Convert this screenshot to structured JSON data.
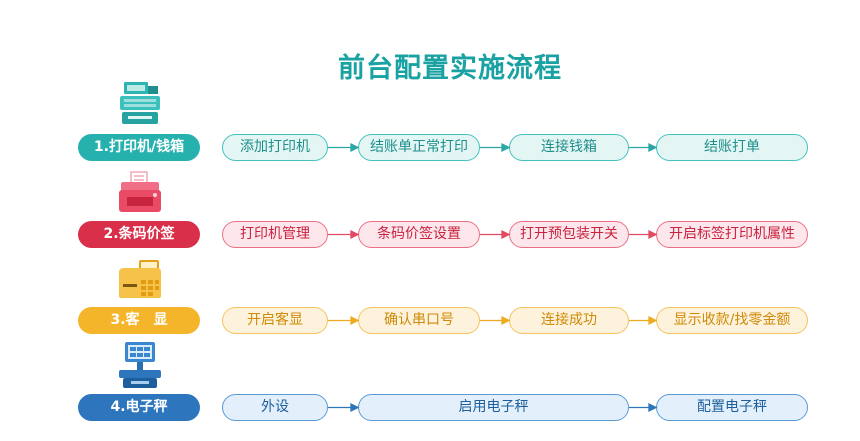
{
  "title": "前台配置实施流程",
  "rows": [
    {
      "label": "1.打印机/钱箱",
      "icon": "receipt-printer-icon",
      "color": "#27b1ae",
      "border": "#43c2bf",
      "fill": "#e4f6f4",
      "steps": [
        "添加打印机",
        "结账单正常打印",
        "连接钱箱",
        "结账打单"
      ]
    },
    {
      "label": "2.条码价签",
      "icon": "label-printer-icon",
      "color": "#d92f4b",
      "border": "#ec6f84",
      "fill": "#fde7ec",
      "steps": [
        "打印机管理",
        "条码价签设置",
        "打开预包装开关",
        "开启标签打印机属性"
      ]
    },
    {
      "label": "3.客　显",
      "icon": "customer-display-icon",
      "color": "#f5b52a",
      "border": "#f6c35f",
      "fill": "#fdf2dc",
      "steps": [
        "开启客显",
        "确认串口号",
        "连接成功",
        "显示收款/找零金额"
      ]
    },
    {
      "label": "4.电子秤",
      "icon": "electronic-scale-icon",
      "color": "#2d76bd",
      "border": "#5a9bd6",
      "fill": "#e3effa",
      "steps": [
        "外设",
        "启用电子秤",
        "配置电子秤"
      ]
    }
  ]
}
